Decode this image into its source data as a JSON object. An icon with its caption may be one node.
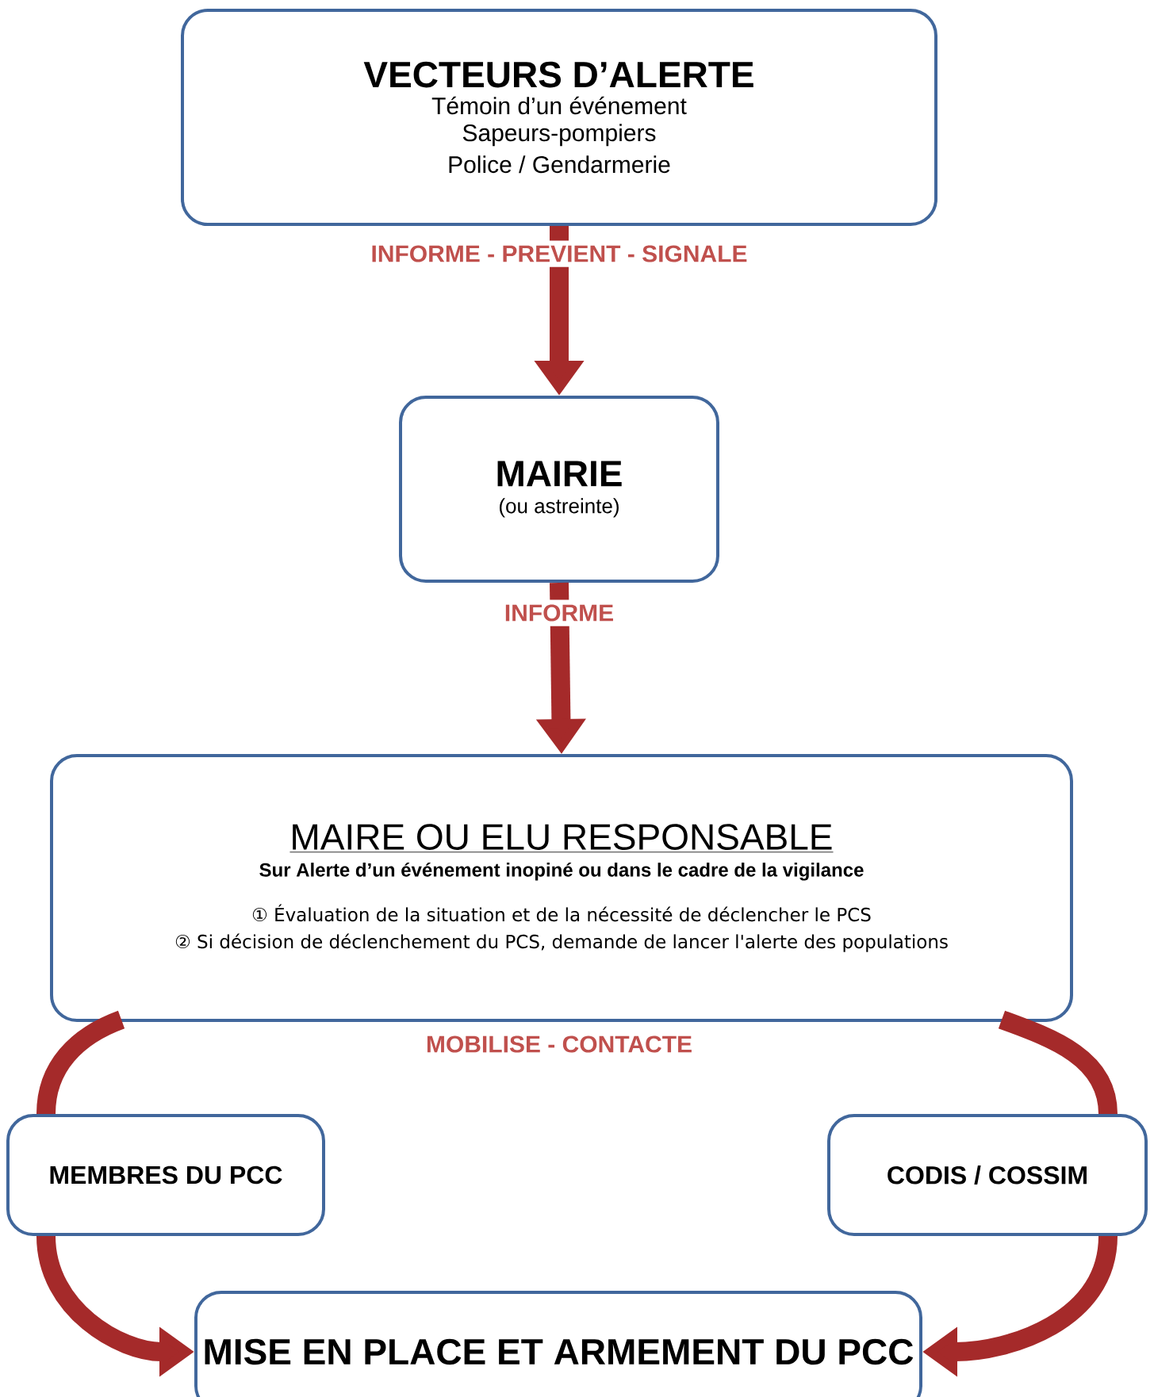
{
  "diagram": {
    "nodes": [
      {
        "text": [
          "VECTEURS D’ALERTE",
          "Témoin d’un événement",
          "Sapeurs-pompiers",
          "Police / Gendarmerie"
        ]
      },
      {
        "text": [
          "MAIRIE",
          "(ou astreinte)"
        ]
      },
      {
        "text": [
          "MAIRE OU ELU RESPONSABLE",
          "Sur Alerte d’un événement inopiné ou dans le cadre de la vigilance",
          "① Évaluation de la situation et de la nécessité de déclencher le PCS",
          "② Si décision de déclenchement du PCS, demande de lancer l'alerte des populations"
        ]
      },
      {
        "text": [
          "MEMBRES DU PCC"
        ]
      },
      {
        "text": [
          "CODIS / COSSIM"
        ]
      },
      {
        "text": [
          "MISE EN PLACE ET ARMEMENT DU PCC"
        ]
      }
    ],
    "edges": [
      {
        "from": 0,
        "to": 1,
        "arrow": "to",
        "label": "INFORME - PREVIENT - SIGNALE"
      },
      {
        "from": 1,
        "to": 2,
        "arrow": "to",
        "label": "INFORME"
      },
      {
        "from": 2,
        "to": 3,
        "arrow": "none"
      },
      {
        "from": 3,
        "to": 5,
        "arrow": "to"
      },
      {
        "from": 2,
        "to": 4,
        "arrow": "none"
      },
      {
        "from": 4,
        "to": 5,
        "arrow": "to"
      }
    ],
    "labels": [
      "MOBILISE - CONTACTE"
    ]
  }
}
